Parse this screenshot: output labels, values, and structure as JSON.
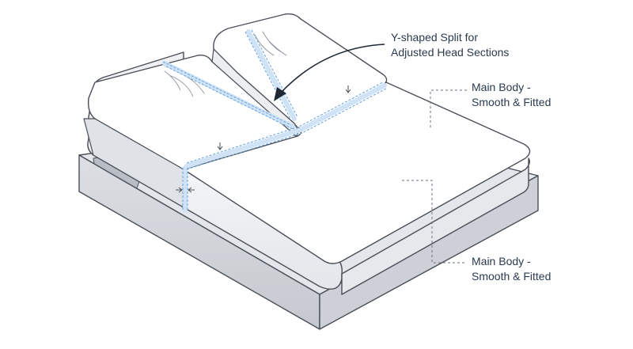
{
  "annotations": {
    "split": {
      "line1": "Y-shaped Split for",
      "line2": "Adjusted Head Sections"
    },
    "main_body_upper": {
      "line1": "Main Body -",
      "line2": "Smooth & Fitted"
    },
    "main_body_lower": {
      "line1": "Main Body -",
      "line2": "Smooth & Fitted"
    }
  },
  "colors": {
    "outline": "#4a4f57",
    "sheet": "#ffffff",
    "sheet_shade": "#eceef1",
    "frame_top": "#d9dce1",
    "frame_side": "#c9ccd2",
    "stitch_blue": "#6ea8e0",
    "seam_light": "#cfe2f6",
    "text": "#2a3a4e"
  }
}
